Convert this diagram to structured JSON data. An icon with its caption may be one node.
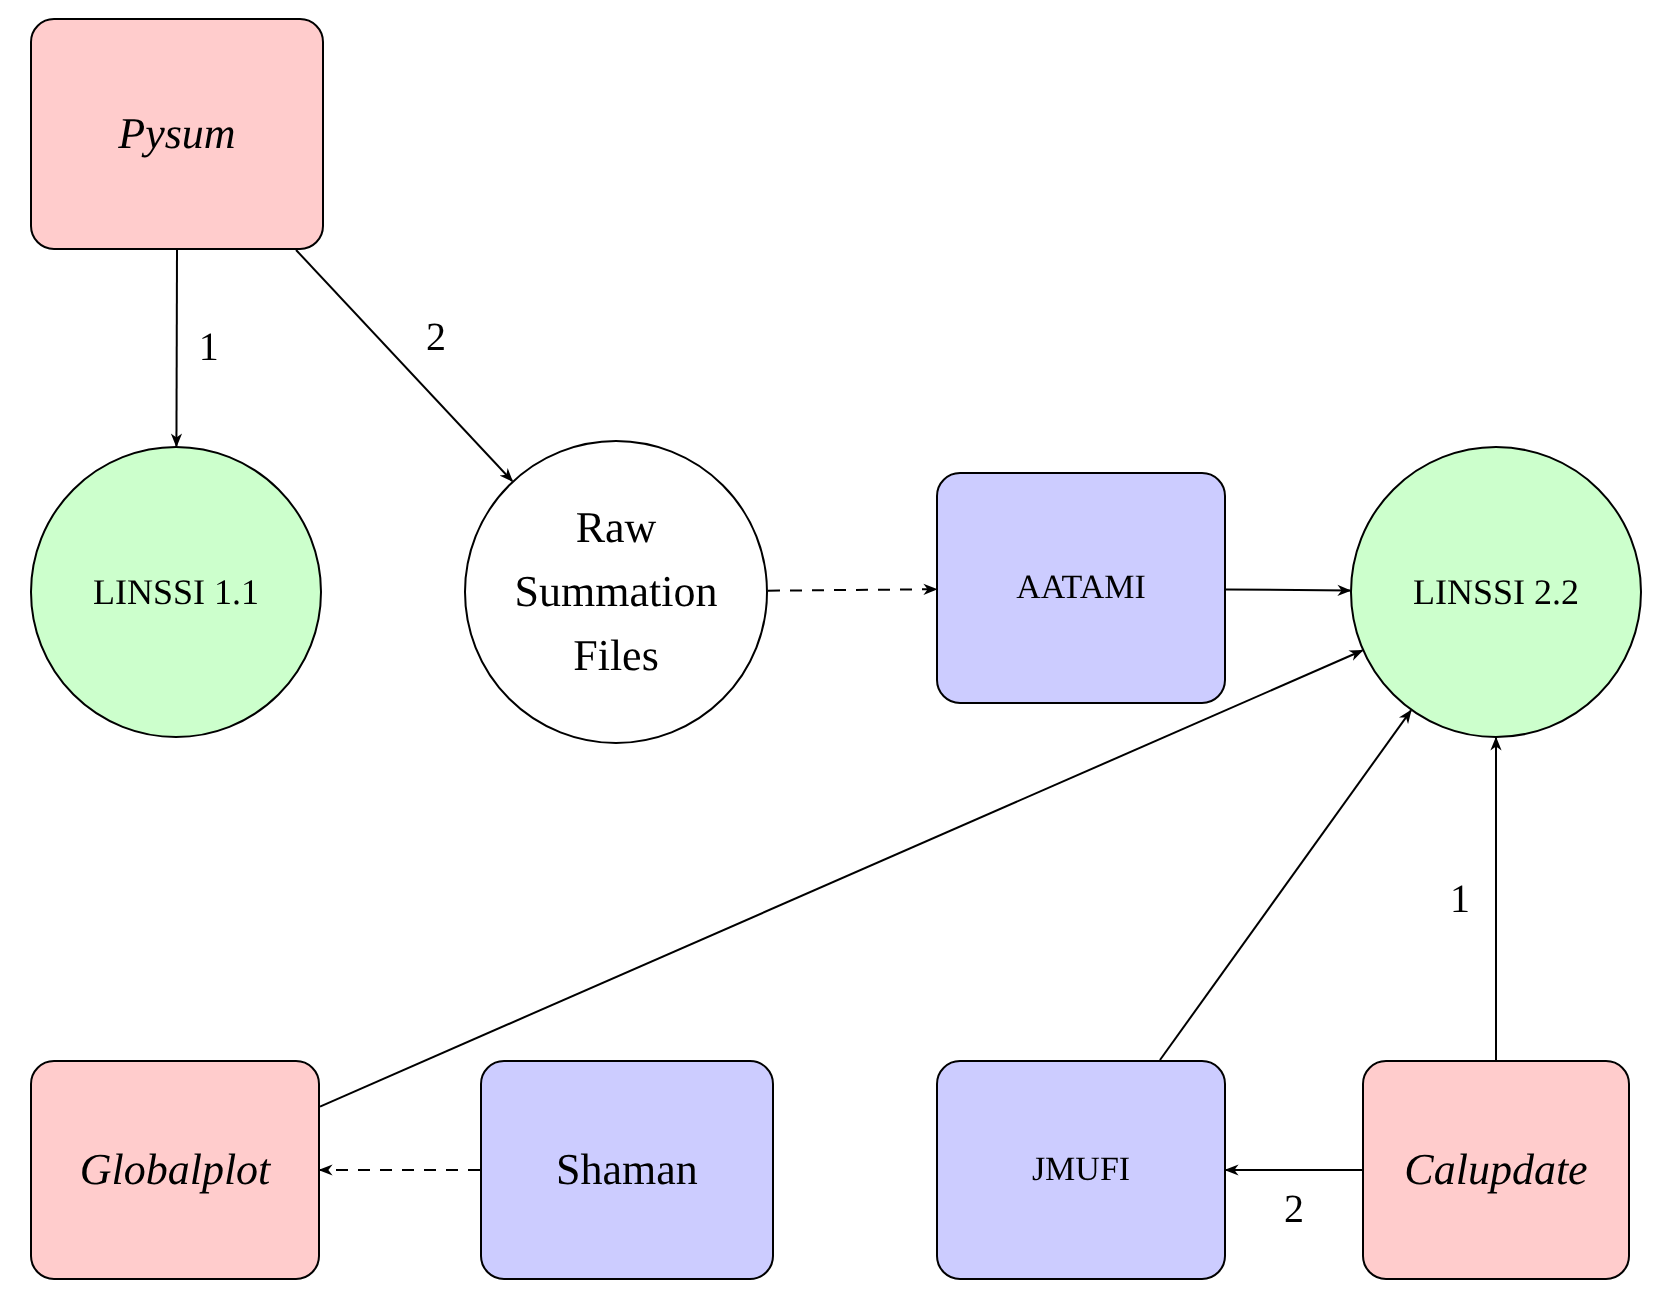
{
  "diagram": {
    "nodes": [
      {
        "text": [
          "Pysum"
        ]
      },
      {
        "text": [
          "LINSSI 1.1"
        ]
      },
      {
        "text": [
          "Raw Summation Files"
        ]
      },
      {
        "text": [
          "AATAMI"
        ]
      },
      {
        "text": [
          "LINSSI 2.2"
        ]
      },
      {
        "text": [
          "Globalplot"
        ]
      },
      {
        "text": [
          "Shaman"
        ]
      },
      {
        "text": [
          "JMUFI"
        ]
      },
      {
        "text": [
          "Calupdate"
        ]
      }
    ],
    "edges": [
      {
        "from": 0,
        "to": 1,
        "arrow": "to",
        "label": "1"
      },
      {
        "from": 0,
        "to": 2,
        "arrow": "to",
        "label": "2"
      },
      {
        "from": 2,
        "to": 3,
        "arrow": "to",
        "style": "dashed"
      },
      {
        "from": 3,
        "to": 4,
        "arrow": "to"
      },
      {
        "from": 5,
        "to": 4,
        "arrow": "to"
      },
      {
        "from": 7,
        "to": 4,
        "arrow": "to"
      },
      {
        "from": 8,
        "to": 4,
        "arrow": "to",
        "label": "1"
      },
      {
        "from": 8,
        "to": 7,
        "arrow": "to",
        "label": "2"
      },
      {
        "from": 6,
        "to": 5,
        "arrow": "to",
        "style": "dashed"
      }
    ]
  }
}
